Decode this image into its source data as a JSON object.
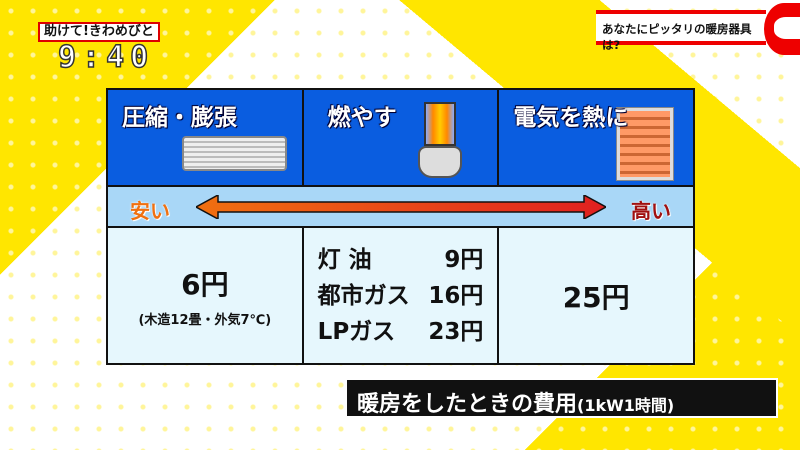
{
  "program": {
    "logo": "助けて!きわめびと",
    "clock": "9:40"
  },
  "banner": {
    "title": "あなたにピッタリの暖房器具は?"
  },
  "table": {
    "headers": [
      {
        "label": "圧縮・膨張",
        "icon": "air-conditioner-icon"
      },
      {
        "label": "燃やす",
        "icon": "kerosene-heater-icon"
      },
      {
        "label": "電気を熱に",
        "icon": "electric-heater-icon"
      }
    ],
    "scale": {
      "low": "安い",
      "high": "高い"
    },
    "costs": {
      "compression": {
        "value": "6円",
        "note": "(木造12畳・外気7℃)"
      },
      "combustion": [
        {
          "fuel": "灯 油",
          "value": "9円"
        },
        {
          "fuel": "都市ガス",
          "value": "16円"
        },
        {
          "fuel": "LPガス",
          "value": "23円"
        }
      ],
      "electric": {
        "value": "25円"
      }
    }
  },
  "caption": {
    "main": "暖房をしたときの費用",
    "sub": "(1kW1時間)"
  },
  "colors": {
    "header_blue": "#0a5de0",
    "arrow_start": "#f07010",
    "arrow_end": "#e02020",
    "row_bg": "#a9d7f7"
  }
}
